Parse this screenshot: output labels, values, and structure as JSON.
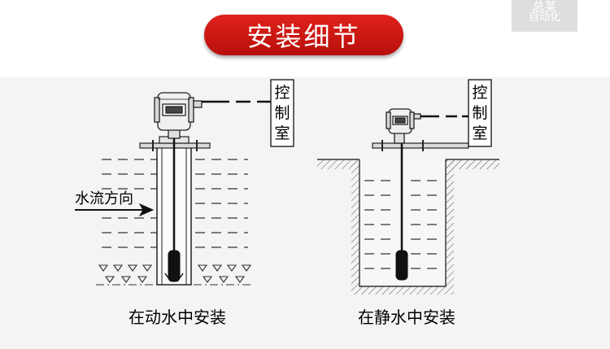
{
  "header": {
    "title": "安装细节"
  },
  "watermark": {
    "line1": "总某",
    "line2": "自动化"
  },
  "left_scene": {
    "control_room": [
      "控",
      "制",
      "室"
    ],
    "flow_label": "水流方向",
    "caption": "在动水中安装"
  },
  "right_scene": {
    "control_room": [
      "控",
      "制",
      "室"
    ],
    "caption": "在静水中安装"
  }
}
